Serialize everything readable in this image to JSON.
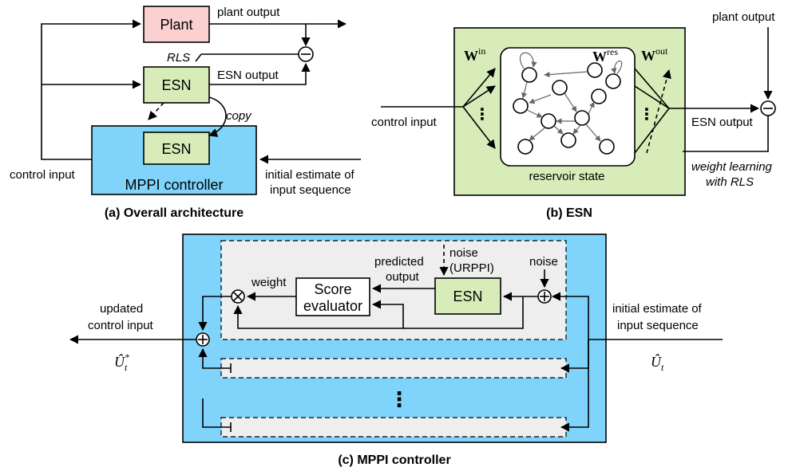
{
  "colors": {
    "plant_fill": "#fbd0d0",
    "esn_fill": "#d8ecb9",
    "mppi_fill": "#80d4fb",
    "esn_panel_fill": "#d8ecb9",
    "inner_panel_fill": "#eeeeee"
  },
  "panel_a": {
    "caption": "(a) Overall architecture",
    "plant": "Plant",
    "esn": "ESN",
    "inner_esn": "ESN",
    "mppi": "MPPI controller",
    "plant_output": "plant output",
    "esn_output": "ESN output",
    "rls": "RLS",
    "copy": "copy",
    "control_input": "control input",
    "initial_estimate": [
      "initial estimate of",
      "input sequence"
    ]
  },
  "panel_b": {
    "caption": "(b) ESN",
    "w_in": "W",
    "w_in_sup": "in",
    "w_res": "W",
    "w_res_sup": "res",
    "w_out": "W",
    "w_out_sup": "out",
    "reservoir_state": "reservoir state",
    "control_input": "control input",
    "esn_output": "ESN output",
    "plant_output": "plant output",
    "weight_learning": [
      "weight learning",
      "with RLS"
    ]
  },
  "panel_c": {
    "caption": "(c) MPPI controller",
    "esn": "ESN",
    "score_evaluator": [
      "Score",
      "evaluator"
    ],
    "weight": "weight",
    "predicted_output": [
      "predicted",
      "output"
    ],
    "noise_urppi": [
      "noise",
      "(URPPI)"
    ],
    "noise": "noise",
    "updated_control_input": [
      "updated",
      "control input"
    ],
    "initial_estimate": [
      "initial estimate of",
      "input sequence"
    ],
    "u_star": "Û",
    "u_star_sub": "t",
    "u_star_sup": "*",
    "u_hat": "Û",
    "u_hat_sub": "t",
    "ellipsis": "⋮"
  }
}
